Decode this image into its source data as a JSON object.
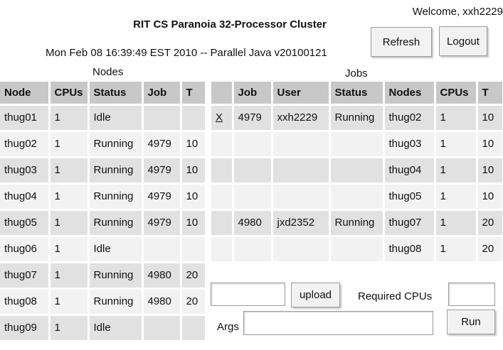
{
  "header": {
    "welcome": "Welcome, xxh2229",
    "title": "RIT CS Paranoia 32-Processor Cluster",
    "status_line": "Mon Feb 08 16:39:49 EST 2010 -- Parallel Java v20100121",
    "refresh_label": "Refresh",
    "logout_label": "Logout"
  },
  "nodes": {
    "label": "Nodes",
    "columns": [
      "Node",
      "CPUs",
      "Status",
      "Job",
      "T"
    ],
    "rows": [
      [
        "thug01",
        "1",
        "Idle",
        "",
        ""
      ],
      [
        "thug02",
        "1",
        "Running",
        "4979",
        "10"
      ],
      [
        "thug03",
        "1",
        "Running",
        "4979",
        "10"
      ],
      [
        "thug04",
        "1",
        "Running",
        "4979",
        "10"
      ],
      [
        "thug05",
        "1",
        "Running",
        "4979",
        "10"
      ],
      [
        "thug06",
        "1",
        "Idle",
        "",
        ""
      ],
      [
        "thug07",
        "1",
        "Running",
        "4980",
        "20"
      ],
      [
        "thug08",
        "1",
        "Running",
        "4980",
        "20"
      ],
      [
        "thug09",
        "1",
        "Idle",
        "",
        ""
      ]
    ]
  },
  "jobs": {
    "label": "Jobs",
    "columns": [
      "",
      "Job",
      "User",
      "Status",
      "Nodes",
      "CPUs",
      "T"
    ],
    "rows": [
      [
        "X",
        "4979",
        "xxh2229",
        "Running",
        "thug02",
        "1",
        "10"
      ],
      [
        "",
        "",
        "",
        "",
        "thug03",
        "1",
        "10"
      ],
      [
        "",
        "",
        "",
        "",
        "thug04",
        "1",
        "10"
      ],
      [
        "",
        "",
        "",
        "",
        "thug05",
        "1",
        "10"
      ],
      [
        "",
        "4980",
        "jxd2352",
        "Running",
        "thug07",
        "1",
        "20"
      ],
      [
        "",
        "",
        "",
        "",
        "thug08",
        "1",
        "20"
      ]
    ]
  },
  "submit": {
    "upload_label": "upload",
    "required_cpus_label": "Required CPUs",
    "args_label": "Args",
    "run_label": "Run",
    "file_value": "",
    "cpus_value": "",
    "args_value": ""
  }
}
